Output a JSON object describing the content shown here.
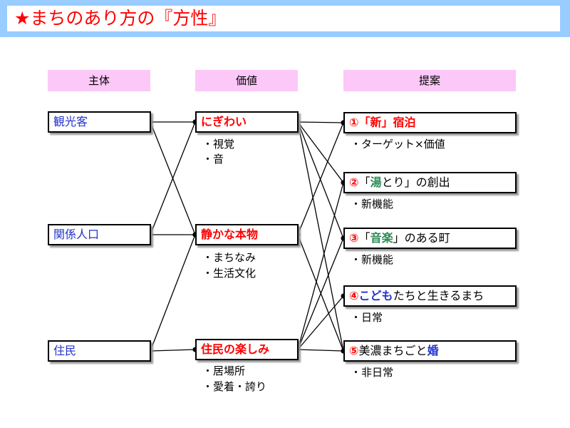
{
  "title": "★まちのあり方の『方性』",
  "headers": {
    "subject": "主体",
    "value": "価値",
    "proposal": "提案"
  },
  "subjects": [
    "観光客",
    "関係人口",
    "住民"
  ],
  "values": [
    {
      "label": "にぎわい",
      "items": [
        "・視覚",
        "・音"
      ]
    },
    {
      "label": "静かな本物",
      "items": [
        "・まちなみ",
        "・生活文化"
      ]
    },
    {
      "label": "住民の楽しみ",
      "items": [
        "・居場所",
        "・愛着・誇り"
      ]
    }
  ],
  "proposals": [
    {
      "segments": [
        {
          "text": "①「新」宿泊",
          "color": "#ff0000",
          "bold": true
        }
      ],
      "items": [
        "・ターゲット×価値"
      ]
    },
    {
      "segments": [
        {
          "text": "②",
          "color": "#ff0000",
          "bold": true
        },
        {
          "text": "「",
          "color": "#000000"
        },
        {
          "text": "湯",
          "color": "#2e8b57",
          "bold": true
        },
        {
          "text": "とり」の創出",
          "color": "#000000"
        }
      ],
      "items": [
        "・新機能"
      ]
    },
    {
      "segments": [
        {
          "text": "③",
          "color": "#ff0000",
          "bold": true
        },
        {
          "text": "「",
          "color": "#000000"
        },
        {
          "text": "音楽",
          "color": "#2e8b57",
          "bold": true
        },
        {
          "text": "」のある町",
          "color": "#000000"
        }
      ],
      "items": [
        "・新機能"
      ]
    },
    {
      "segments": [
        {
          "text": "④",
          "color": "#ff0000",
          "bold": true
        },
        {
          "text": "こども",
          "color": "#2233cc",
          "bold": true
        },
        {
          "text": "たちと生きるまち",
          "color": "#000000"
        }
      ],
      "items": [
        "・日常"
      ]
    },
    {
      "segments": [
        {
          "text": "⑤",
          "color": "#ff0000",
          "bold": true
        },
        {
          "text": "美濃まちごと",
          "color": "#000000"
        },
        {
          "text": "婚",
          "color": "#2233cc",
          "bold": true
        }
      ],
      "items": [
        "・非日常"
      ]
    }
  ],
  "links": {
    "subject_to_value": [
      [
        0,
        0
      ],
      [
        0,
        1
      ],
      [
        1,
        0
      ],
      [
        1,
        1
      ],
      [
        2,
        1
      ],
      [
        2,
        2
      ]
    ],
    "value_to_proposal": [
      [
        0,
        0
      ],
      [
        0,
        1
      ],
      [
        0,
        2
      ],
      [
        0,
        4
      ],
      [
        1,
        0
      ],
      [
        1,
        4
      ],
      [
        2,
        1
      ],
      [
        2,
        2
      ],
      [
        2,
        3
      ],
      [
        2,
        4
      ]
    ]
  },
  "colors": {
    "title": "#ff0000",
    "titlebar": "#99ccff",
    "header_bg": "#fcc8f8",
    "subject_text": "#2233cc",
    "value_text": "#ff0000"
  }
}
